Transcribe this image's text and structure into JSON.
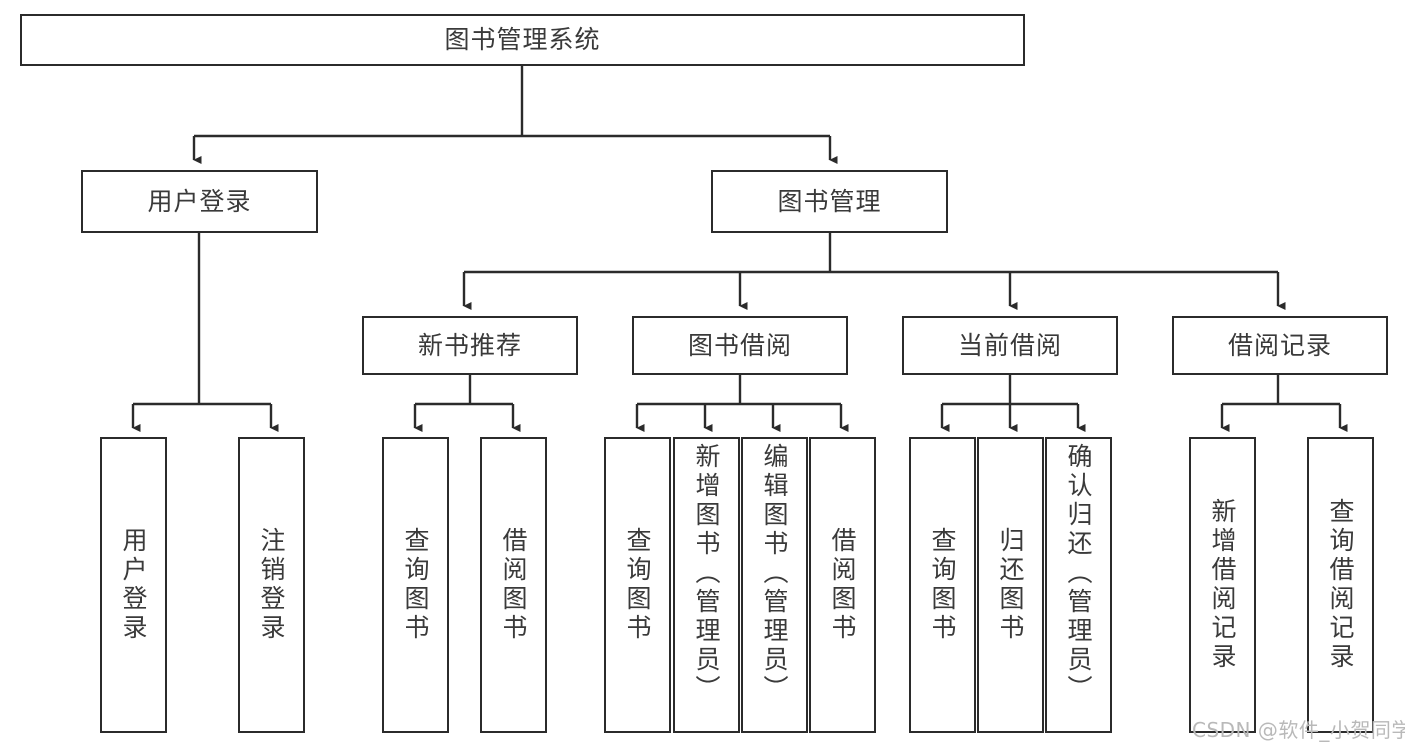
{
  "diagram": {
    "title": "图书管理系统",
    "type": "tree-diagram",
    "root": {
      "label": "图书管理系统"
    },
    "level2": [
      {
        "label": "用户登录"
      },
      {
        "label": "图书管理"
      }
    ],
    "level3": [
      {
        "label": "新书推荐"
      },
      {
        "label": "图书借阅"
      },
      {
        "label": "当前借阅"
      },
      {
        "label": "借阅记录"
      }
    ],
    "leaves": {
      "user_login": [
        {
          "label": "用户登录"
        },
        {
          "label": "注销登录"
        }
      ],
      "new_book_recommend": [
        {
          "label": "查询图书"
        },
        {
          "label": "借阅图书"
        }
      ],
      "book_borrow": [
        {
          "label": "查询图书"
        },
        {
          "label": "新增图书（管理员）"
        },
        {
          "label": "编辑图书（管理员）"
        },
        {
          "label": "借阅图书"
        }
      ],
      "current_borrow": [
        {
          "label": "查询图书"
        },
        {
          "label": "归还图书"
        },
        {
          "label": "确认归还（管理员）"
        }
      ],
      "borrow_record": [
        {
          "label": "新增借阅记录"
        },
        {
          "label": "查询借阅记录"
        }
      ]
    }
  },
  "watermark": {
    "text": "CSDN @软件_小贺同学"
  },
  "colors": {
    "border": "#2b2b2b",
    "text": "#3a3a3a",
    "background": "#ffffff",
    "watermark": "#b9b9b9"
  }
}
